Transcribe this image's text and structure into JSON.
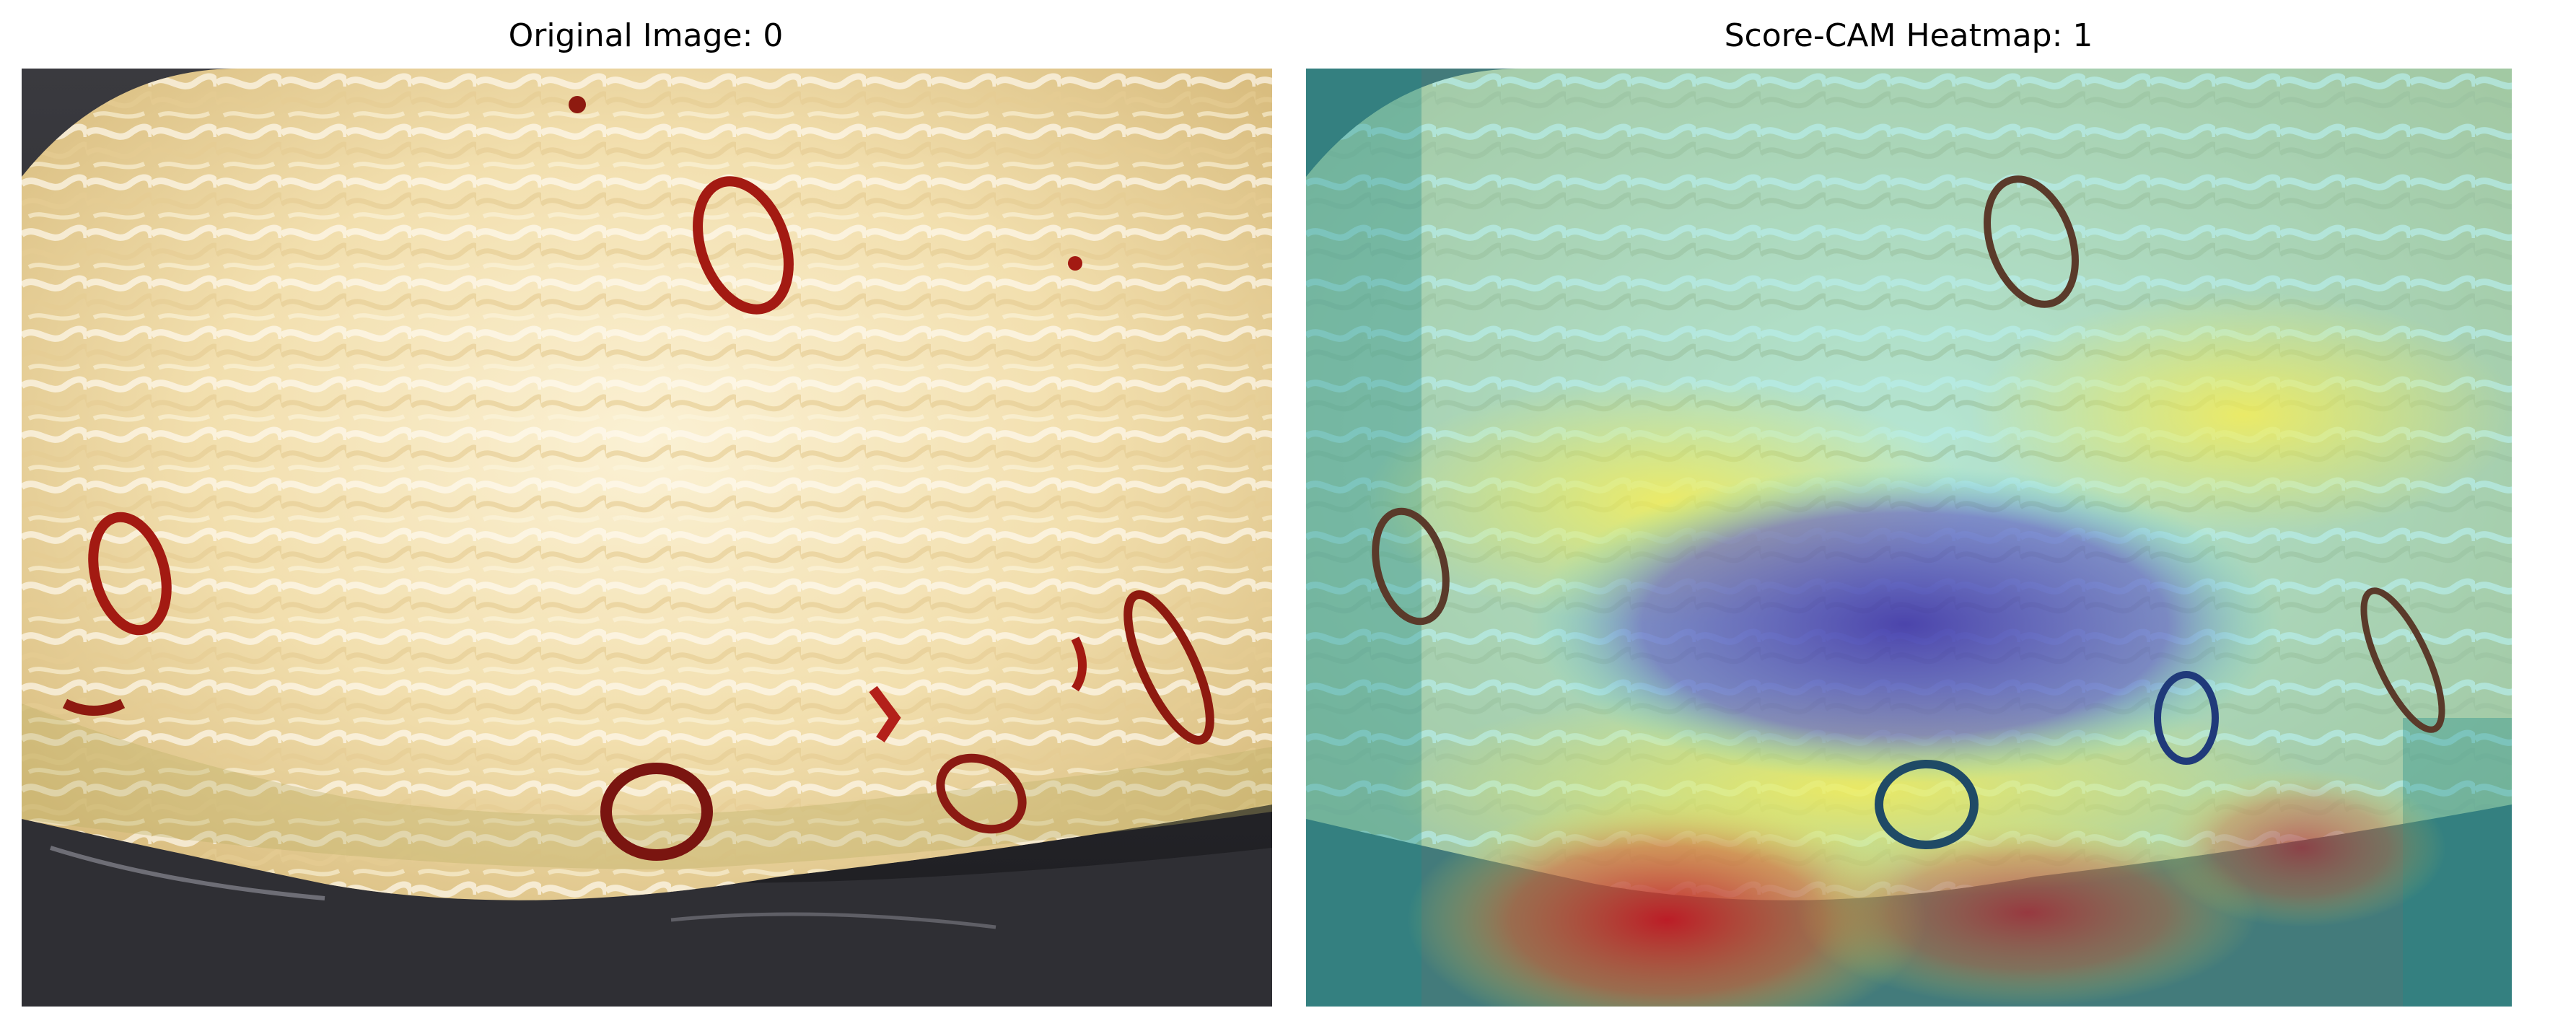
{
  "figure": {
    "left_title": "Original Image: 0",
    "right_title": "Score-CAM Heatmap: 1"
  },
  "image_content": {
    "left_panel": "photo-of-noodles-with-chili-flakes",
    "right_panel": "photo-of-noodles-with-heatmap-overlay"
  },
  "colors": {
    "noodle_light": "#f7ebc8",
    "noodle_mid": "#e8cf94",
    "bowl_dark": "#2b2b2e",
    "chili_red": "#a31a12",
    "heat_blue": "#4b3fb8",
    "heat_cyan": "#5fd6d0",
    "heat_yellow": "#f3e94a",
    "heat_red": "#c9121d",
    "heat_teal": "#1b8a8a"
  }
}
